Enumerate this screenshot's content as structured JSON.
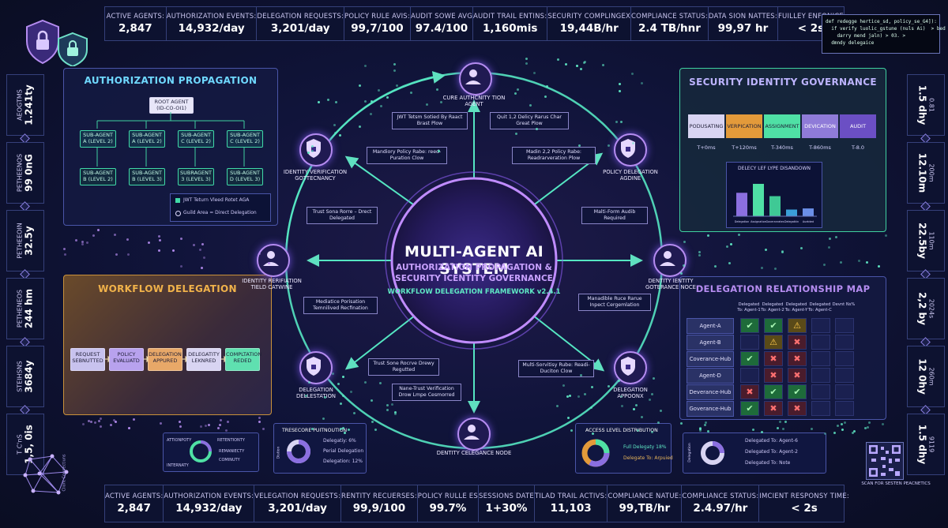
{
  "top_stats": [
    {
      "label": "ACTIVE AGENTS:",
      "value": "2,847"
    },
    {
      "label": "AUTHORIZATION EVENTS:",
      "value": "14,932/day"
    },
    {
      "label": "DELEGATION REQUESTS:",
      "value": "3,201/day"
    },
    {
      "label": "POLICY RULE AVIS:",
      "value": "99,7/100"
    },
    {
      "label": "AUDIT SOWE AVG",
      "value": "97.4/100"
    },
    {
      "label": "AUDIT TRAIL ENTINS:",
      "value": "1,160mis"
    },
    {
      "label": "SECURITY COMPLINGEX",
      "value": "19,44B/hr"
    },
    {
      "label": "COMPLIANCE STATUS:",
      "value": "2.4 TB/hnr"
    },
    {
      "label": "DATA SION NATTES:",
      "value": "99,97 hr"
    },
    {
      "label": "FUILLEY ENFONICE",
      "value": "< 2s"
    }
  ],
  "bottom_stats": [
    {
      "label": "ACTIVE AGENTS:",
      "value": "2,847"
    },
    {
      "label": "AUTHORIZATION EVENTS:",
      "value": "14,932/day"
    },
    {
      "label": "VELEGATION REQUESTS:",
      "value": "3,201/day"
    },
    {
      "label": "RENTITY RECUERSES:",
      "value": "99,9/100"
    },
    {
      "label": "POLICY RULLE ES",
      "value": "99.7%"
    },
    {
      "label": "SESSIONS DATE",
      "value": "1+30%"
    },
    {
      "label": "TILAD TRAIL ACTIVS:",
      "value": "11,103"
    },
    {
      "label": "COMPLIANCE NATUE:",
      "value": "99,TB/hr"
    },
    {
      "label": "COMPLIANCE STATUS:",
      "value": "2.4.97/hr"
    },
    {
      "label": "IMCIENT RESPONSY TIME:",
      "value": "< 2s"
    }
  ],
  "left_side": [
    {
      "label": "AEOGTMS",
      "value": "1.241ty"
    },
    {
      "label": "PETHEENOS",
      "value": "99 0nG"
    },
    {
      "label": "PETHEEOIN",
      "value": "32.5y"
    },
    {
      "label": "PETHENEOS",
      "value": "244 hm"
    },
    {
      "label": "STEIHSNS",
      "value": "3684y"
    },
    {
      "label": "T C'nS",
      "value": "1,5, 0is"
    }
  ],
  "right_side": [
    {
      "label": "0.81",
      "value": "1.5 dhy"
    },
    {
      "label": "200m",
      "value": "12.10m"
    },
    {
      "label": "110m",
      "value": "22.5by"
    },
    {
      "label": "2024s",
      "value": "2,2 by"
    },
    {
      "label": "260m",
      "value": "12 0hy"
    },
    {
      "label": "9119",
      "value": "1.5 dhy"
    }
  ],
  "code_lines": [
    "def redegge hertice_sd, policy_se_G4]):",
    "  if verify luolic_gstune (nuls Ai)  > bed",
    "    darry mend jaln) > 03. >",
    "  dmndy delegaice"
  ],
  "center": {
    "title": "MULTI-AGENT AI SYSTEM",
    "subtitle1": "AUTHORIZATION PROPAGATION &",
    "subtitle2": "SECURITY ICENTITY GOVERNANCE",
    "version": "WORKFLOW DELEGATION FRAMEWORK v2.4.1"
  },
  "ring_nodes": [
    {
      "label": "CURE AUTHCNITY TION AGENT"
    },
    {
      "label": "POLICY DELEGATION AGDINE"
    },
    {
      "label": "DENTITY IENTITY GOTERANCE NOCE"
    },
    {
      "label": "DELEGATION APPOONX"
    },
    {
      "label": "DENTITY CELEGANCE NODE"
    },
    {
      "label": "DELEGATION DELLESTATION"
    },
    {
      "label": "IDENTITY RERIFIATION TIELD CATWINE"
    },
    {
      "label": "IDENTITY VERIFICATION GOTTECNANCY"
    }
  ],
  "callouts": [
    "JWT Tetsm Sotied By Raact Brast Plow",
    "Quit 1,2 Delicy Rarus Char Great Plow",
    "Mandiory Policy Rabe: reed-Puration Clow",
    "Madin 2,2 Policy Rabe: Readrarveration Plow",
    "Trust Sona Rorre – Drect Delegated",
    "Malti-Form Audib Required",
    "Mediatice Porisation Temnilived Recfination",
    "Manadible Ruce Rarue Inpect Cergemlation",
    "Trust Sone Rocrve Drewy Regutted",
    "Multi-Sorvitisy Rube: Readi-Duciton Clow",
    "Nane-Trust Verification Drow Lmpe Cesmorred"
  ],
  "auth_panel": {
    "title": "AUTHORIZATION PROPAGATION",
    "root": "ROOT AGENT (ID-CO-OI1)",
    "row1": [
      "SUB-AGENT A (LEVEL 2)",
      "SUB-AGENT A (LEVEL 2)",
      "SUB-AGENT C (LEVEL 2)",
      "SUB-AGENT C (LEVEL 2)"
    ],
    "row2": [
      "SUB-AGENT B (LEVEL 2)",
      "SUB-AGENT B (LEVEL 3)",
      "SUBRAGENT 3 (LEVEL 3)",
      "SUB-AGENT D (LEVEL 3)"
    ],
    "legend": [
      "JWT Teturn Vleed Rotet AGA",
      "Guild Area = Direct Delegation"
    ]
  },
  "workflow_panel": {
    "title": "WORKFLOW DELEGATION",
    "steps": [
      "REQUEST SEBNUTTED",
      "POLICY EVALUATD",
      "DELEGATION APPURED",
      "DELEGATITY LEKNRED",
      "COMPLTATION REDED"
    ]
  },
  "gov_panel": {
    "title": "SECURITY IDENTITY GOVERNANCE",
    "stages": [
      "PODUSATING",
      "VERPICATION",
      "ASSIGNMENT",
      "DEVICATION",
      "AUDIT"
    ],
    "stage_colors": [
      "#d8d4f2",
      "#e39a3a",
      "#4fe0a5",
      "#8f7bd8",
      "#6b4fc4"
    ],
    "times": [
      "T+0ms",
      "T+120ms",
      "T-340ms",
      "T-860ms",
      "T-8.0"
    ],
    "chart_title": "DELECY LEF LYPE DISANDOWN"
  },
  "chart_data": {
    "type": "bar",
    "title": "DELECY LEF LYPE DISANDOWN",
    "categories": [
      "Delegation",
      "Assignation",
      "Goveranrates",
      "Delegatkin",
      "Auebted"
    ],
    "values": [
      42,
      58,
      36,
      12,
      14
    ],
    "colors": [
      "#8b6fe0",
      "#4fe0a5",
      "#3fc995",
      "#3a9fd8",
      "#6b8fe8"
    ],
    "ylim": [
      0,
      65
    ]
  },
  "map_panel": {
    "title": "DELEGATION RELATIONSHIP MAP",
    "col_headers": [
      "Delegated To: Agent-1",
      "Delegated To: Agent-2",
      "Delegated To: Agent-Y",
      "Delegated To: Agent-C",
      "Devnt Ns%"
    ],
    "rows": [
      {
        "label": "Agent-A",
        "cells": [
          "ok",
          "ok",
          "warn",
          "",
          ""
        ]
      },
      {
        "label": "Agent-B",
        "cells": [
          "",
          "warn",
          "bad",
          "",
          ""
        ]
      },
      {
        "label": "Coverance-Hub",
        "cells": [
          "ok",
          "bad",
          "bad",
          "",
          ""
        ]
      },
      {
        "label": "Agent-D",
        "cells": [
          "",
          "bad",
          "bad",
          "",
          ""
        ]
      },
      {
        "label": "Deverance-Hub",
        "cells": [
          "bad",
          "ok",
          "ok",
          "",
          ""
        ]
      },
      {
        "label": "Goverance-Hub",
        "cells": [
          "ok",
          "bad",
          "bad",
          "",
          ""
        ]
      }
    ]
  },
  "mini_left": {
    "labels": [
      "ATTIONPOTY",
      "INTERNATY",
      "RETENTIONTY",
      "REMANIECTY",
      "COMINUTY"
    ]
  },
  "trust_dist": {
    "title": "TRESECORE PUITNOUTION",
    "side_label": "Distion",
    "items": [
      "Delegatiy: 6%",
      "Perial Delegation",
      "Delegation: 12%"
    ]
  },
  "access_dist": {
    "title": "ACCESS LEVEL DISTRIBUTION",
    "items": [
      "Full Delegaty 18%",
      "Delegate To: Arpuied"
    ]
  },
  "mini_right": {
    "side_label": "Delegation",
    "items": [
      "Delegated To: Agent-6",
      "Delegated To: Agent-2",
      "Delegated To: Note"
    ]
  },
  "qr_caption": "SCAN FOR SESTEN PEACNETICS",
  "network_caption": "Cliont Connectiuns"
}
